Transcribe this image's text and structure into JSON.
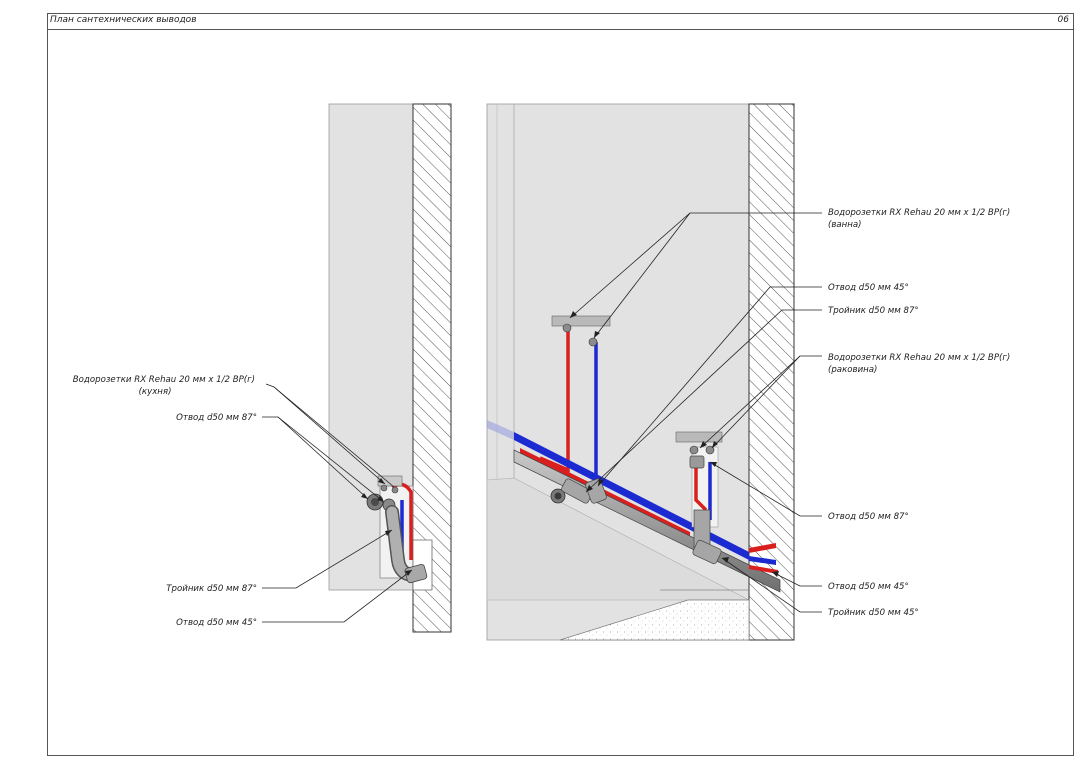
{
  "sheet": {
    "title": "План сантехнических выводов",
    "page_number": "06"
  },
  "labels": {
    "kitchen_outlets_l1": "Водорозетки RX Rehau 20 мм x 1/2 ВР(г)",
    "kitchen_outlets_l2": "(кухня)",
    "kitchen_elbow87": "Отвод d50 мм 87°",
    "kitchen_tee87": "Тройник d50 мм 87°",
    "kitchen_elbow45": "Отвод d50 мм 45°",
    "bath_outlets_l1": "Водорозетки RX Rehau 20 мм x 1/2 ВР(г)",
    "bath_outlets_l2": "(ванна)",
    "bath_elbow45": "Отвод d50 мм 45°",
    "bath_tee87": "Тройник d50 мм 87°",
    "sink_outlets_l1": "Водорозетки RX Rehau 20 мм x 1/2 ВР(г)",
    "sink_outlets_l2": "(раковина)",
    "sink_elbow87": "Отвод d50 мм 87°",
    "floor_elbow45": "Отвод d50 мм 45°",
    "floor_tee45": "Тройник d50 мм 45°"
  },
  "colors": {
    "hot_pipe": "#d9201e",
    "cold_pipe": "#1c2bd1",
    "wall": "#e2e2e2",
    "drain_pipe": "#a8a8a8"
  }
}
